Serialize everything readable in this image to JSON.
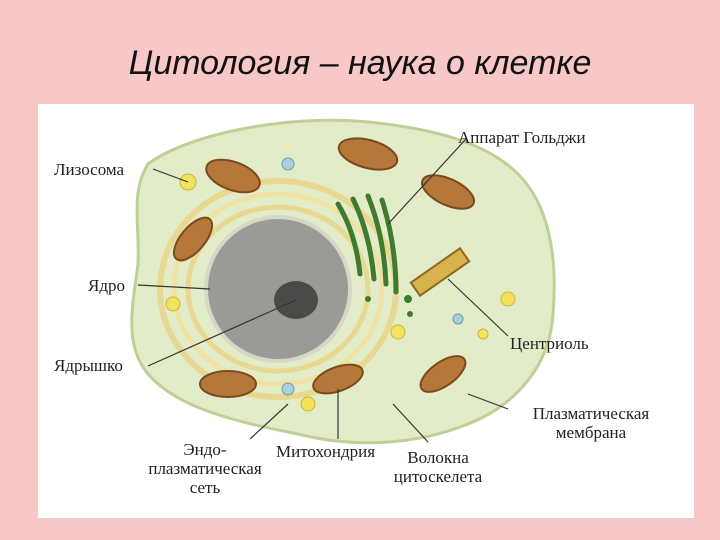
{
  "slide": {
    "title": "Цитология – наука о клетке"
  },
  "diagram": {
    "labels": {
      "golgi": "Аппарат Гольджи",
      "lysosome": "Лизосома",
      "nucleus": "Ядро",
      "nucleolus": "Ядрышко",
      "centriole": "Центриоль",
      "plasma_membrane_1": "Плазматическая",
      "plasma_membrane_2": "мембрана",
      "er_1": "Эндо-",
      "er_2": "плазматическая",
      "er_3": "сеть",
      "mitochondria": "Митохондрия",
      "cytoskeleton_1": "Волокна",
      "cytoskeleton_2": "цитоскелета"
    },
    "colors": {
      "background": "#f8c8c8",
      "cytoplasm": "#e3ecc8",
      "nucleus": "#9a9a96",
      "nucleolus": "#4a4a48",
      "golgi": "#3f7a2e",
      "mitochondria": "#b5773a",
      "vesicle": "#f3e35a",
      "er": "#e9d892"
    }
  }
}
